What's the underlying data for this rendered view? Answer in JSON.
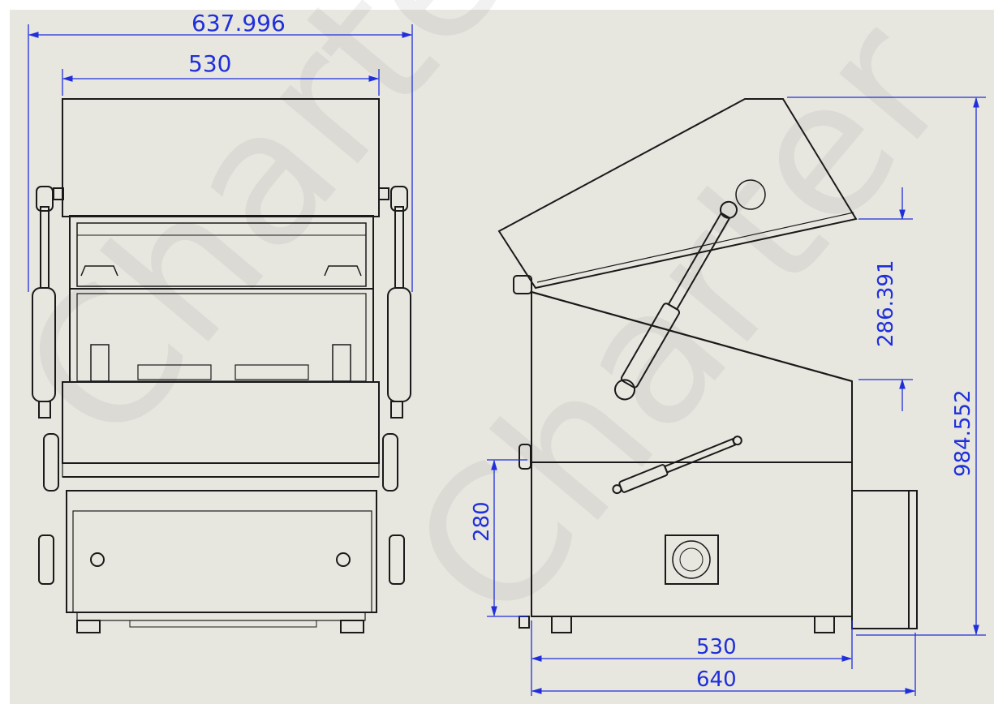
{
  "colors": {
    "paper": "#e7e6df",
    "line": "#1a1a1a",
    "dimension": "#1f2fdc",
    "watermark": "rgba(140,140,140,0.12)"
  },
  "watermark": {
    "text": "Charter"
  },
  "front_view": {
    "dim_overall_width": "637.996",
    "dim_body_width": "530"
  },
  "side_view": {
    "dim_lid_height": "286.391",
    "dim_total_height": "984.552",
    "dim_lower_height": "280",
    "dim_body_depth": "530",
    "dim_overall_depth": "640"
  }
}
